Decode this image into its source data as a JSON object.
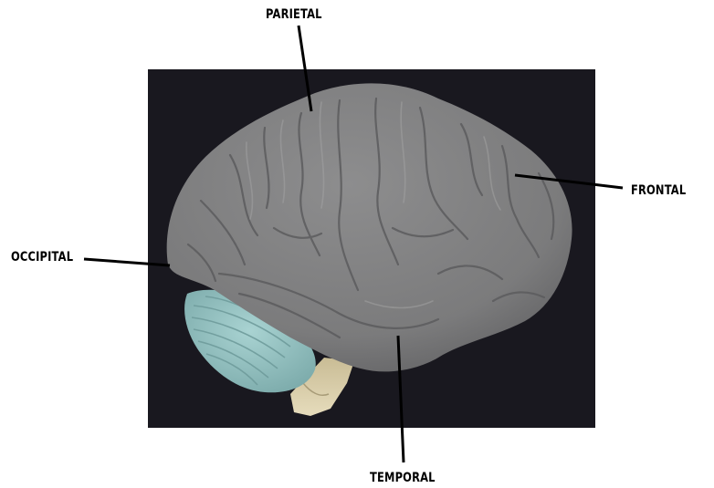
{
  "labels": {
    "parietal": "PARIETAL",
    "frontal": "FRONTAL",
    "occipital": "OCCIPITAL",
    "temporal": "TEMPORAL"
  },
  "colors": {
    "photo_background": "#19181f",
    "cerebrum": "#7f7f80",
    "cerebellum": "#96c3c2",
    "brainstem": "#d8cda9",
    "leader_line": "#000000"
  }
}
